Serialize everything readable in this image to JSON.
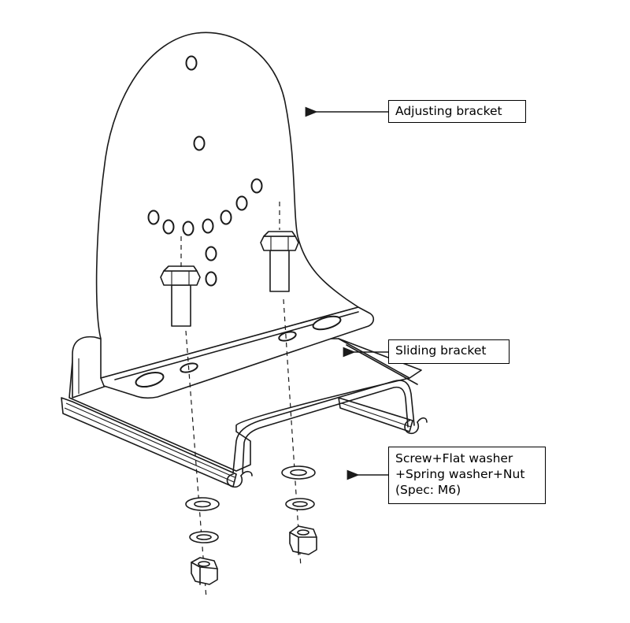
{
  "labels": {
    "adjusting_bracket": "Adjusting bracket",
    "sliding_bracket": "Sliding bracket",
    "screw_line1": "Screw+Flat washer",
    "screw_line2": "+Spring washer+Nut",
    "screw_line3": "(Spec: M6)"
  }
}
